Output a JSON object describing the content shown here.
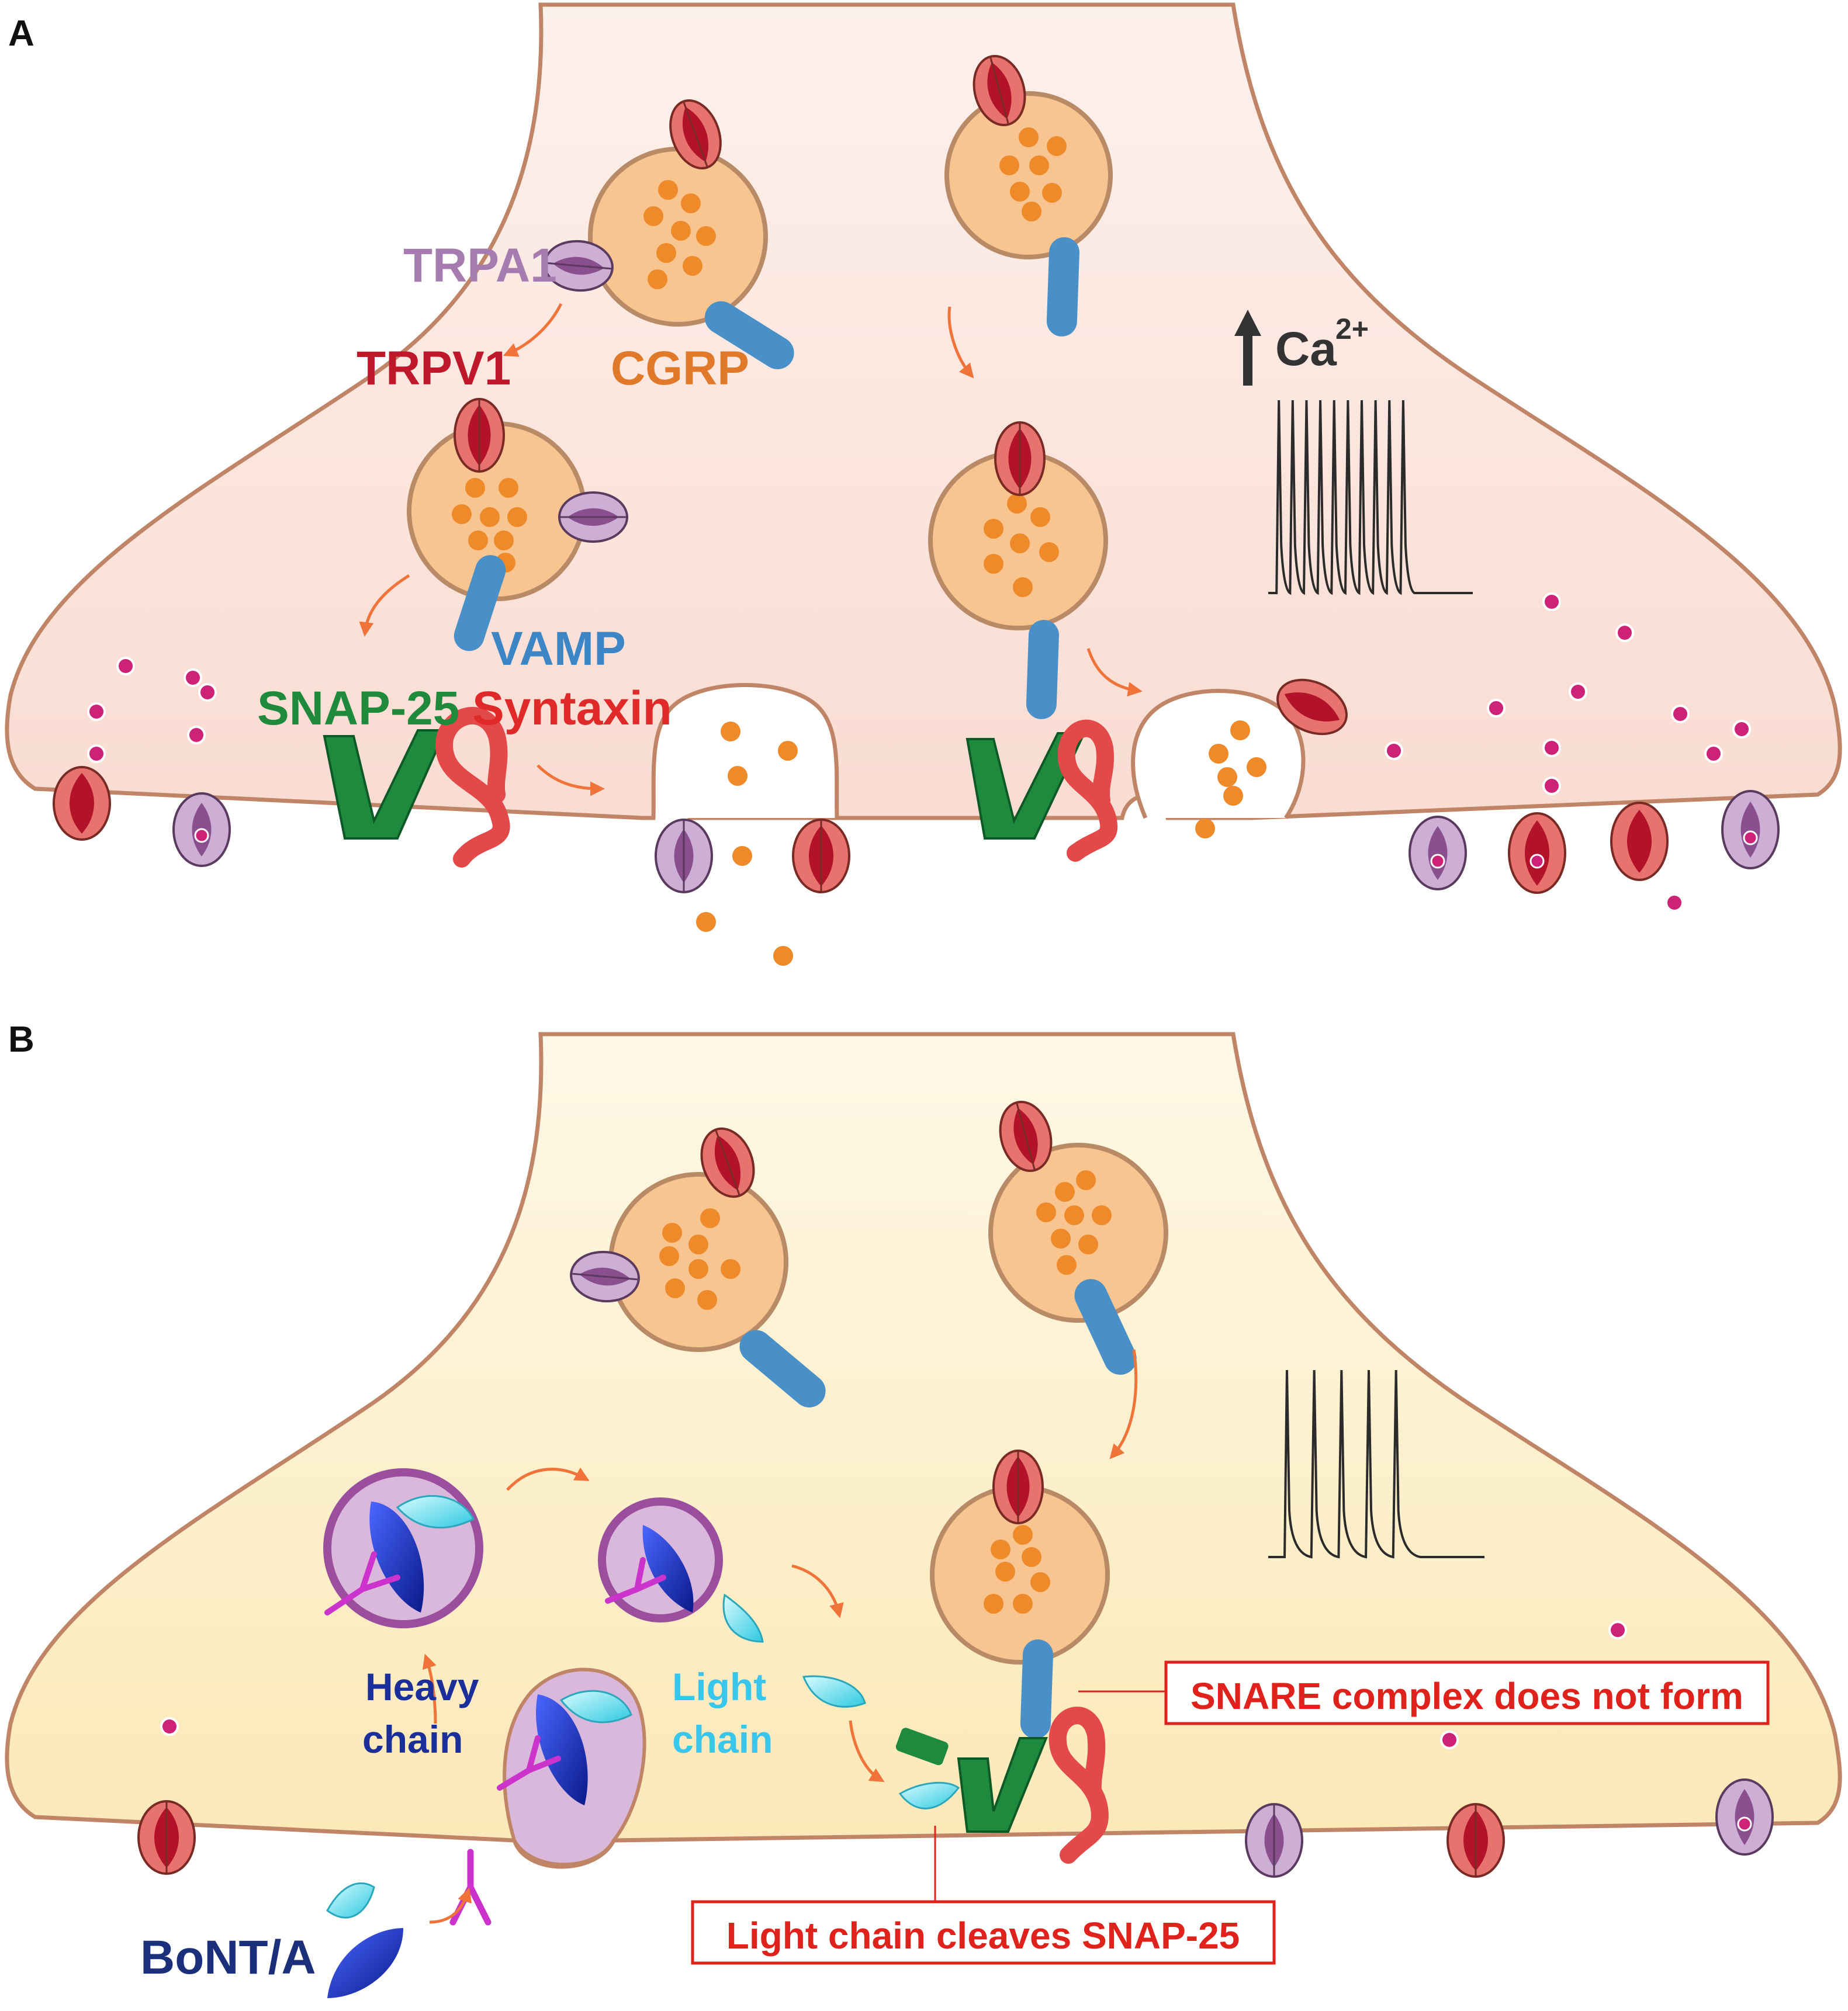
{
  "panels": {
    "a": {
      "letter": "A",
      "labels": {
        "trpa1": "TRPA1",
        "trpv1": "TRPV1",
        "cgrp": "CGRP",
        "vamp": "VAMP",
        "snap25": "SNAP-25",
        "syntaxin": "Syntaxin",
        "calcium": "Ca",
        "calcium_charge": "2+"
      },
      "spike_count": 10
    },
    "b": {
      "letter": "B",
      "labels": {
        "heavy_chain_line1": "Heavy",
        "heavy_chain_line2": "chain",
        "light_chain_line1": "Light",
        "light_chain_line2": "chain",
        "bont": "BoNT/A",
        "snare_note": "SNARE complex does not form",
        "cleave_note": "Light chain cleaves SNAP-25"
      },
      "spike_count": 5
    }
  },
  "colors": {
    "terminal_a_fill": "#fbe3dc",
    "terminal_b_fill": "#fdf0cf",
    "terminal_outline": "#c08466",
    "vesicle_fill": "#f8c48f",
    "vesicle_outline": "#b98a66",
    "cgrp_dot": "#ee8a2a",
    "trpv1_outer": "#e8736e",
    "trpv1_inner": "#b3132a",
    "trpa1_outer": "#cdaed4",
    "trpa1_inner": "#8a4f8e",
    "vamp": "#4a90c8",
    "snap25": "#1e8a3e",
    "syntaxin": "#e4494a",
    "arrow": "#f0743a",
    "calcium_dot": "#cc2277",
    "heavy_chain": "#1b2fb0",
    "light_chain": "#3fd8e8",
    "receptor": "#cc33cc",
    "endosome_fill": "#d9b8dc",
    "endosome_rim": "#9b4e9e",
    "label_trpa1": "#a57bb0",
    "label_trpv1": "#c0182b",
    "label_cgrp": "#e07a2a",
    "label_vamp": "#3d86c6",
    "label_snap25": "#1f8a3c",
    "label_syntaxin": "#e02a2a",
    "label_heavy": "#1b2f9a",
    "label_light": "#38c6ec",
    "label_bont": "#1b2f7a",
    "box_border": "#e0221c",
    "box_text": "#e0221c"
  }
}
